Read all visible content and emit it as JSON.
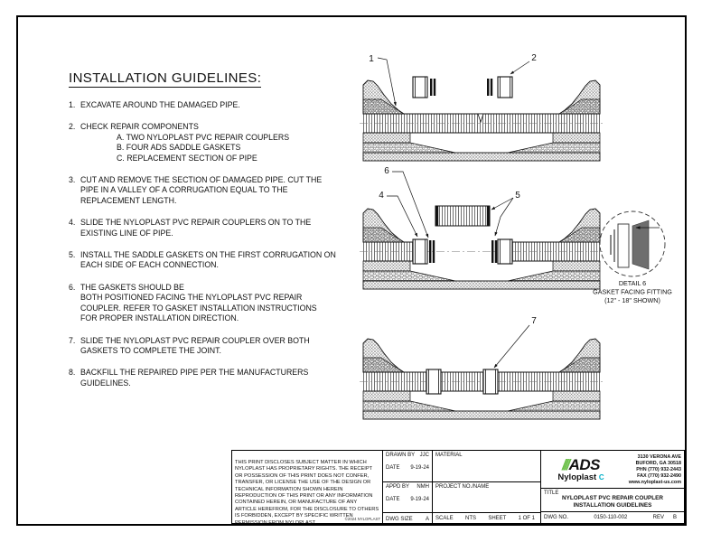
{
  "sheet": {
    "guidelines": {
      "title": "INSTALLATION GUIDELINES:",
      "items": [
        {
          "num": "1.",
          "text": "EXCAVATE AROUND THE DAMAGED PIPE."
        },
        {
          "num": "2.",
          "text": "CHECK REPAIR COMPONENTS",
          "sub": "A. TWO NYLOPLAST PVC REPAIR COUPLERS\nB. FOUR ADS SADDLE GASKETS\nC. REPLACEMENT SECTION OF PIPE"
        },
        {
          "num": "3.",
          "text": "CUT AND REMOVE THE SECTION OF DAMAGED PIPE. CUT THE\nPIPE IN A VALLEY OF A CORRUGATION EQUAL TO THE\nREPLACEMENT LENGTH."
        },
        {
          "num": "4.",
          "text": "SLIDE THE NYLOPLAST PVC REPAIR COUPLERS ON TO THE\nEXISTING LINE OF PIPE."
        },
        {
          "num": "5.",
          "text": "INSTALL THE SADDLE GASKETS ON THE FIRST CORRUGATION ON\nEACH SIDE OF EACH CONNECTION."
        },
        {
          "num": "6.",
          "text": "THE GASKETS SHOULD BE\nBOTH POSITIONED FACING THE NYLOPLAST PVC REPAIR\nCOUPLER. REFER TO GASKET INSTALLATION INSTRUCTIONS\nFOR PROPER INSTALLATION DIRECTION."
        },
        {
          "num": "7.",
          "text": "SLIDE THE NYLOPLAST PVC REPAIR COUPLER OVER BOTH\nGASKETS TO COMPLETE THE JOINT."
        },
        {
          "num": "8.",
          "text": "BACKFILL THE REPAIRED PIPE PER THE MANUFACTURERS\nGUIDELINES."
        }
      ]
    },
    "callouts": {
      "n1": "1",
      "n2": "2",
      "n4": "4",
      "n5": "5",
      "n6": "6",
      "n7": "7"
    },
    "detail": {
      "title": "DETAIL 6",
      "caption": "GASKET FACING FITTING",
      "note": "(12\" - 18\" SHOWN)"
    },
    "titleblock": {
      "legal": "THIS PRINT DISCLOSES SUBJECT MATTER IN WHICH\nNYLOPLAST HAS PROPRIETARY RIGHTS.  THE RECEIPT\nOR POSSESSION OF THIS PRINT DOES NOT CONFER,\nTRANSFER, OR LICENSE THE USE OF THE DESIGN OR\nTECHNICAL INFORMATION SHOWN HEREIN\nREPRODUCTION OF THIS PRINT OR ANY INFORMATION\nCONTAINED HEREIN, OR MANUFACTURE OF ANY\nARTICLE HEREFROM, FOR THE DISCLOSURE TO OTHERS\nIS FORBIDDEN, EXCEPT BY SPECIFIC WRITTEN\nPERMISSION FROM NYLOPLAST.",
      "copyright": "©2024 NYLOPLAST",
      "drawn_by_label": "DRAWN BY",
      "drawn_by": "JJC",
      "date_label": "DATE",
      "drawn_date": "9-19-24",
      "appd_by_label": "APPD BY",
      "appd_by": "NMH",
      "appd_date": "9-19-24",
      "dwg_size_label": "DWG SIZE",
      "dwg_size": "A",
      "material_label": "MATERIAL",
      "project_label": "PROJECT NO./NAME",
      "scale_label": "SCALE",
      "scale": "NTS",
      "sheet_label": "SHEET",
      "sheet": "1 OF 1",
      "title_label": "TITLE",
      "title": "NYLOPLAST PVC REPAIR COUPLER\nINSTALLATION GUIDELINES",
      "dwg_no_label": "DWG NO.",
      "dwg_no": "0150-110-002",
      "rev_label": "REV",
      "rev": "B",
      "company": {
        "slashes": "///",
        "ads": "ADS",
        "brand": "Nyloplast",
        "mark": "C"
      },
      "address": "3130 VERONA AVE\nBUFORD, GA 30518\nPHN (770) 932-2443\nFAX (770) 932-2490\nwww.nyloplast-us.com"
    },
    "colors": {
      "ads_green": "#6CC04A",
      "nyloplast_teal": "#00AEC7",
      "line": "#111111"
    }
  }
}
